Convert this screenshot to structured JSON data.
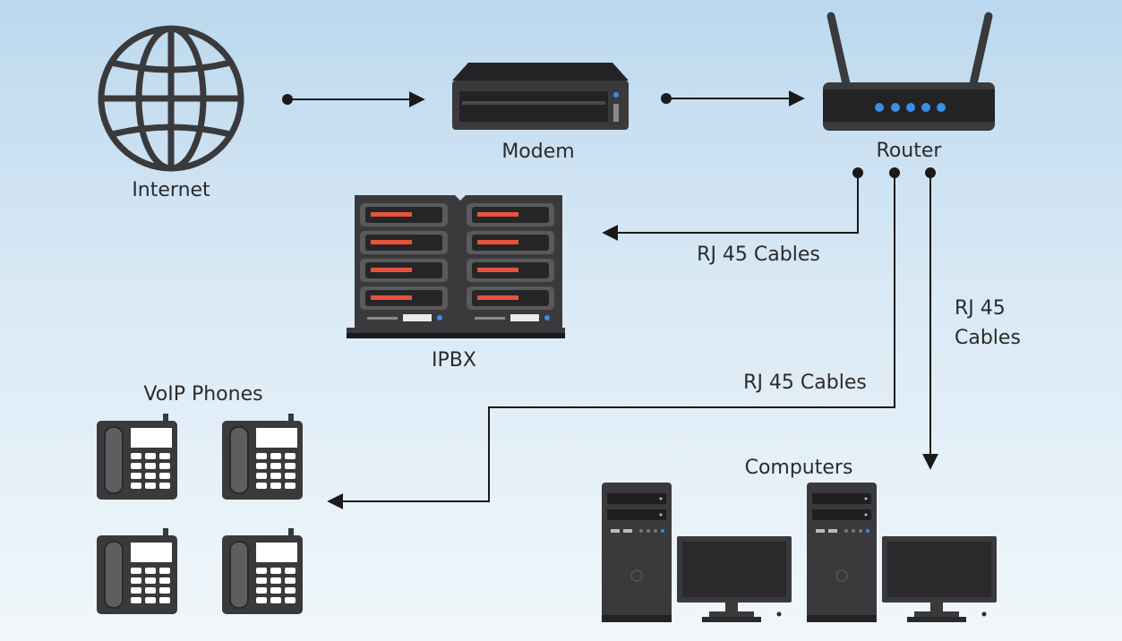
{
  "labels": {
    "internet": "Internet",
    "modem": "Modem",
    "router": "Router",
    "ipbx": "IPBX",
    "voip_phones": "VoIP Phones",
    "computers": "Computers",
    "cable_to_ipbx": "RJ 45 Cables",
    "cable_to_phones": "RJ 45 Cables",
    "cable_to_computers_line1": "RJ 45",
    "cable_to_computers_line2": "Cables"
  },
  "colors": {
    "device": "#3a3a3c",
    "device_dark": "#232325",
    "ipbx_accent": "#e8533a",
    "led": "#3a8ee6",
    "screen": "#ffffff"
  }
}
